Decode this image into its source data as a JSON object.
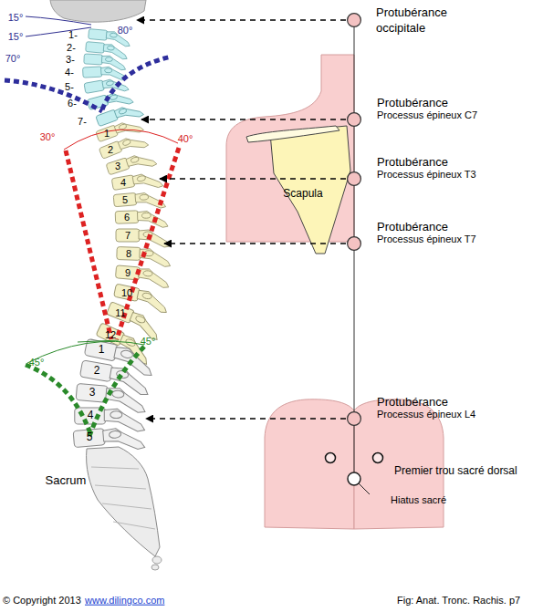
{
  "diagram": {
    "caption": "Fig: Anat. Tronc. Rachis. p7",
    "nodes": [
      {
        "text": [
          "Protubérance occipitale"
        ]
      },
      {
        "text": [
          "Protubérance",
          "Processus épineux C7"
        ]
      },
      {
        "text": [
          "Protubérance",
          "Processus épineux T3"
        ]
      },
      {
        "text": [
          "Scapula"
        ]
      },
      {
        "text": [
          "Protubérance",
          "Processus épineux T7"
        ]
      },
      {
        "text": [
          "Protubérance",
          "Processus épineux L4"
        ]
      }
    ],
    "labels": [
      "15°",
      "15°",
      "80°",
      "70°",
      "1-",
      "2-",
      "3-",
      "4-",
      "5-",
      "6-",
      "7-",
      "30°",
      "40°",
      "1",
      "2",
      "3",
      "4",
      "5",
      "6",
      "7",
      "8",
      "9",
      "10",
      "11",
      "12",
      "45°",
      "45°",
      "1",
      "2",
      "3",
      "4",
      "5",
      "Sacrum",
      "Premier trou sacré dorsal",
      "Hiatus sacré",
      "© Copyright 2013",
      "www.dilingco.com"
    ]
  }
}
